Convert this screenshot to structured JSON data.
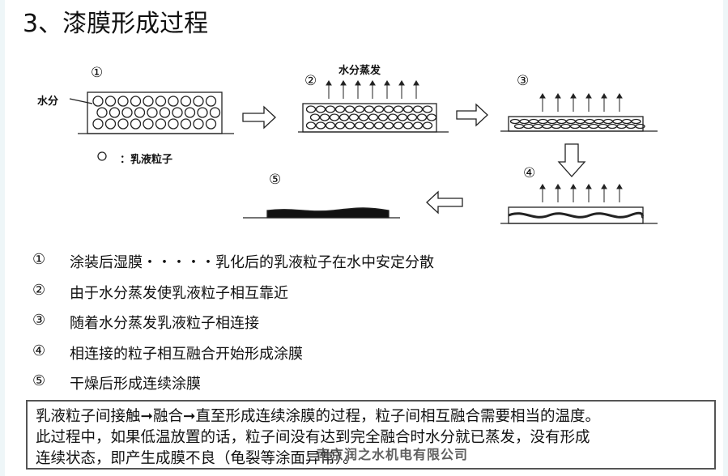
{
  "title": "3、漆膜形成过程",
  "diagram": {
    "stage_labels": [
      "①",
      "②",
      "③",
      "④",
      "⑤"
    ],
    "water_label": "水分",
    "evaporation_label": "水分蒸发",
    "legend_symbol": "○",
    "legend_label": "：乳液粒子"
  },
  "steps": [
    {
      "num": "①",
      "text": "涂装后湿膜・・・・・乳化后的乳液粒子在水中安定分散"
    },
    {
      "num": "②",
      "text": "由于水分蒸发使乳液粒子相互靠近"
    },
    {
      "num": "③",
      "text": "随着水分蒸发乳液粒子相连接"
    },
    {
      "num": "④",
      "text": "相连接的粒子相互融合开始形成涂膜"
    },
    {
      "num": "⑤",
      "text": "干燥后形成连续涂膜"
    }
  ],
  "note": {
    "lines": [
      "乳液粒子间接触➞融合➞直至形成连续涂膜的过程，粒子间相互融合需要相当的温度。",
      "此过程中，如果低温放置的话，粒子间没有达到完全融合时水分就已蒸发，没有形成",
      "连续状态，即产生成膜不良（龟裂等涂面异常）。"
    ]
  },
  "watermark": "南京润之水机电有限公司"
}
